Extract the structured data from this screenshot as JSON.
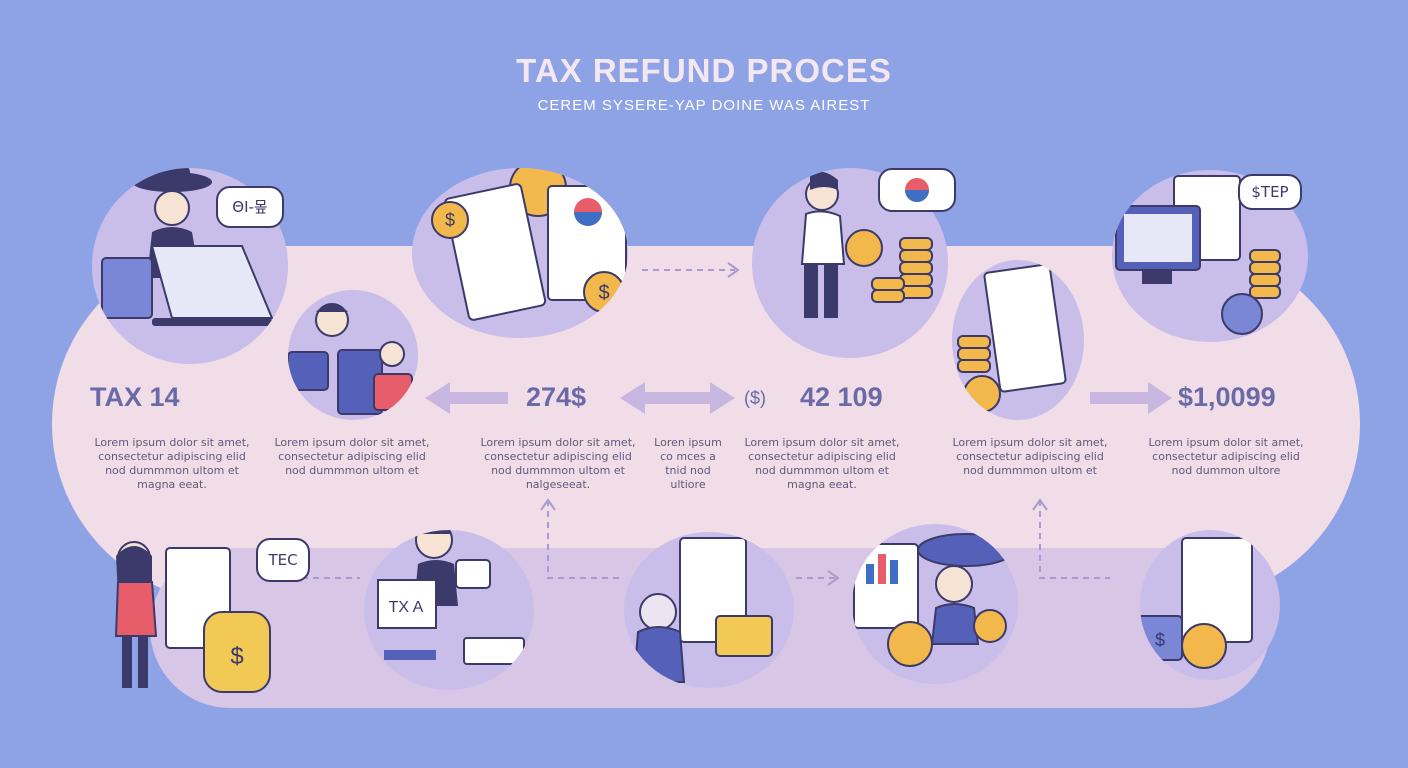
{
  "header": {
    "title": "TAX REFUND PROCES",
    "subtitle": "CEREM  SYSERE-YAP DOINE WAS AIREST"
  },
  "values": {
    "v1": "TAX 14",
    "v2": "274$",
    "v3": "42 109",
    "v4": "$1,0099",
    "dollar_mark": "($)"
  },
  "bubbles": {
    "b1": "ΘI-뫂",
    "b2": "$TEP",
    "b3": "TEC"
  },
  "labels": {
    "tax_sign": "TX A"
  },
  "texts": {
    "t1": "Lorem ipsum dolor sit amet, consectetur adipiscing elid nod dummmon ultom et magna eeat.",
    "t2": "Lorem ipsum dolor sit amet, consectetur adipiscing elid nod dummmon ultom et",
    "t3": "Lorem ipsum dolor sit amet, consectetur adipiscing elid nod dummmon ultom et nalgeseeat.",
    "t4": "Loren ipsum co mces a tnid nod ultiore",
    "t5": "Lorem ipsum dolor sit amet, consectetur adipiscing elid nod dummmon ultom et magna eeat.",
    "t6": "Lorem ipsum dolor sit amet, consectetur adipiscing elid nod dummmon ultom et",
    "t7": "Lorem ipsum dolor sit amet, consectetur adipiscing elid nod dummon ultore"
  },
  "colors": {
    "background": "#8ea3e6",
    "band": "#f1dde7",
    "circle": "#c9bde9",
    "coin": "#f2b84b",
    "ink": "#3b3a6a"
  }
}
